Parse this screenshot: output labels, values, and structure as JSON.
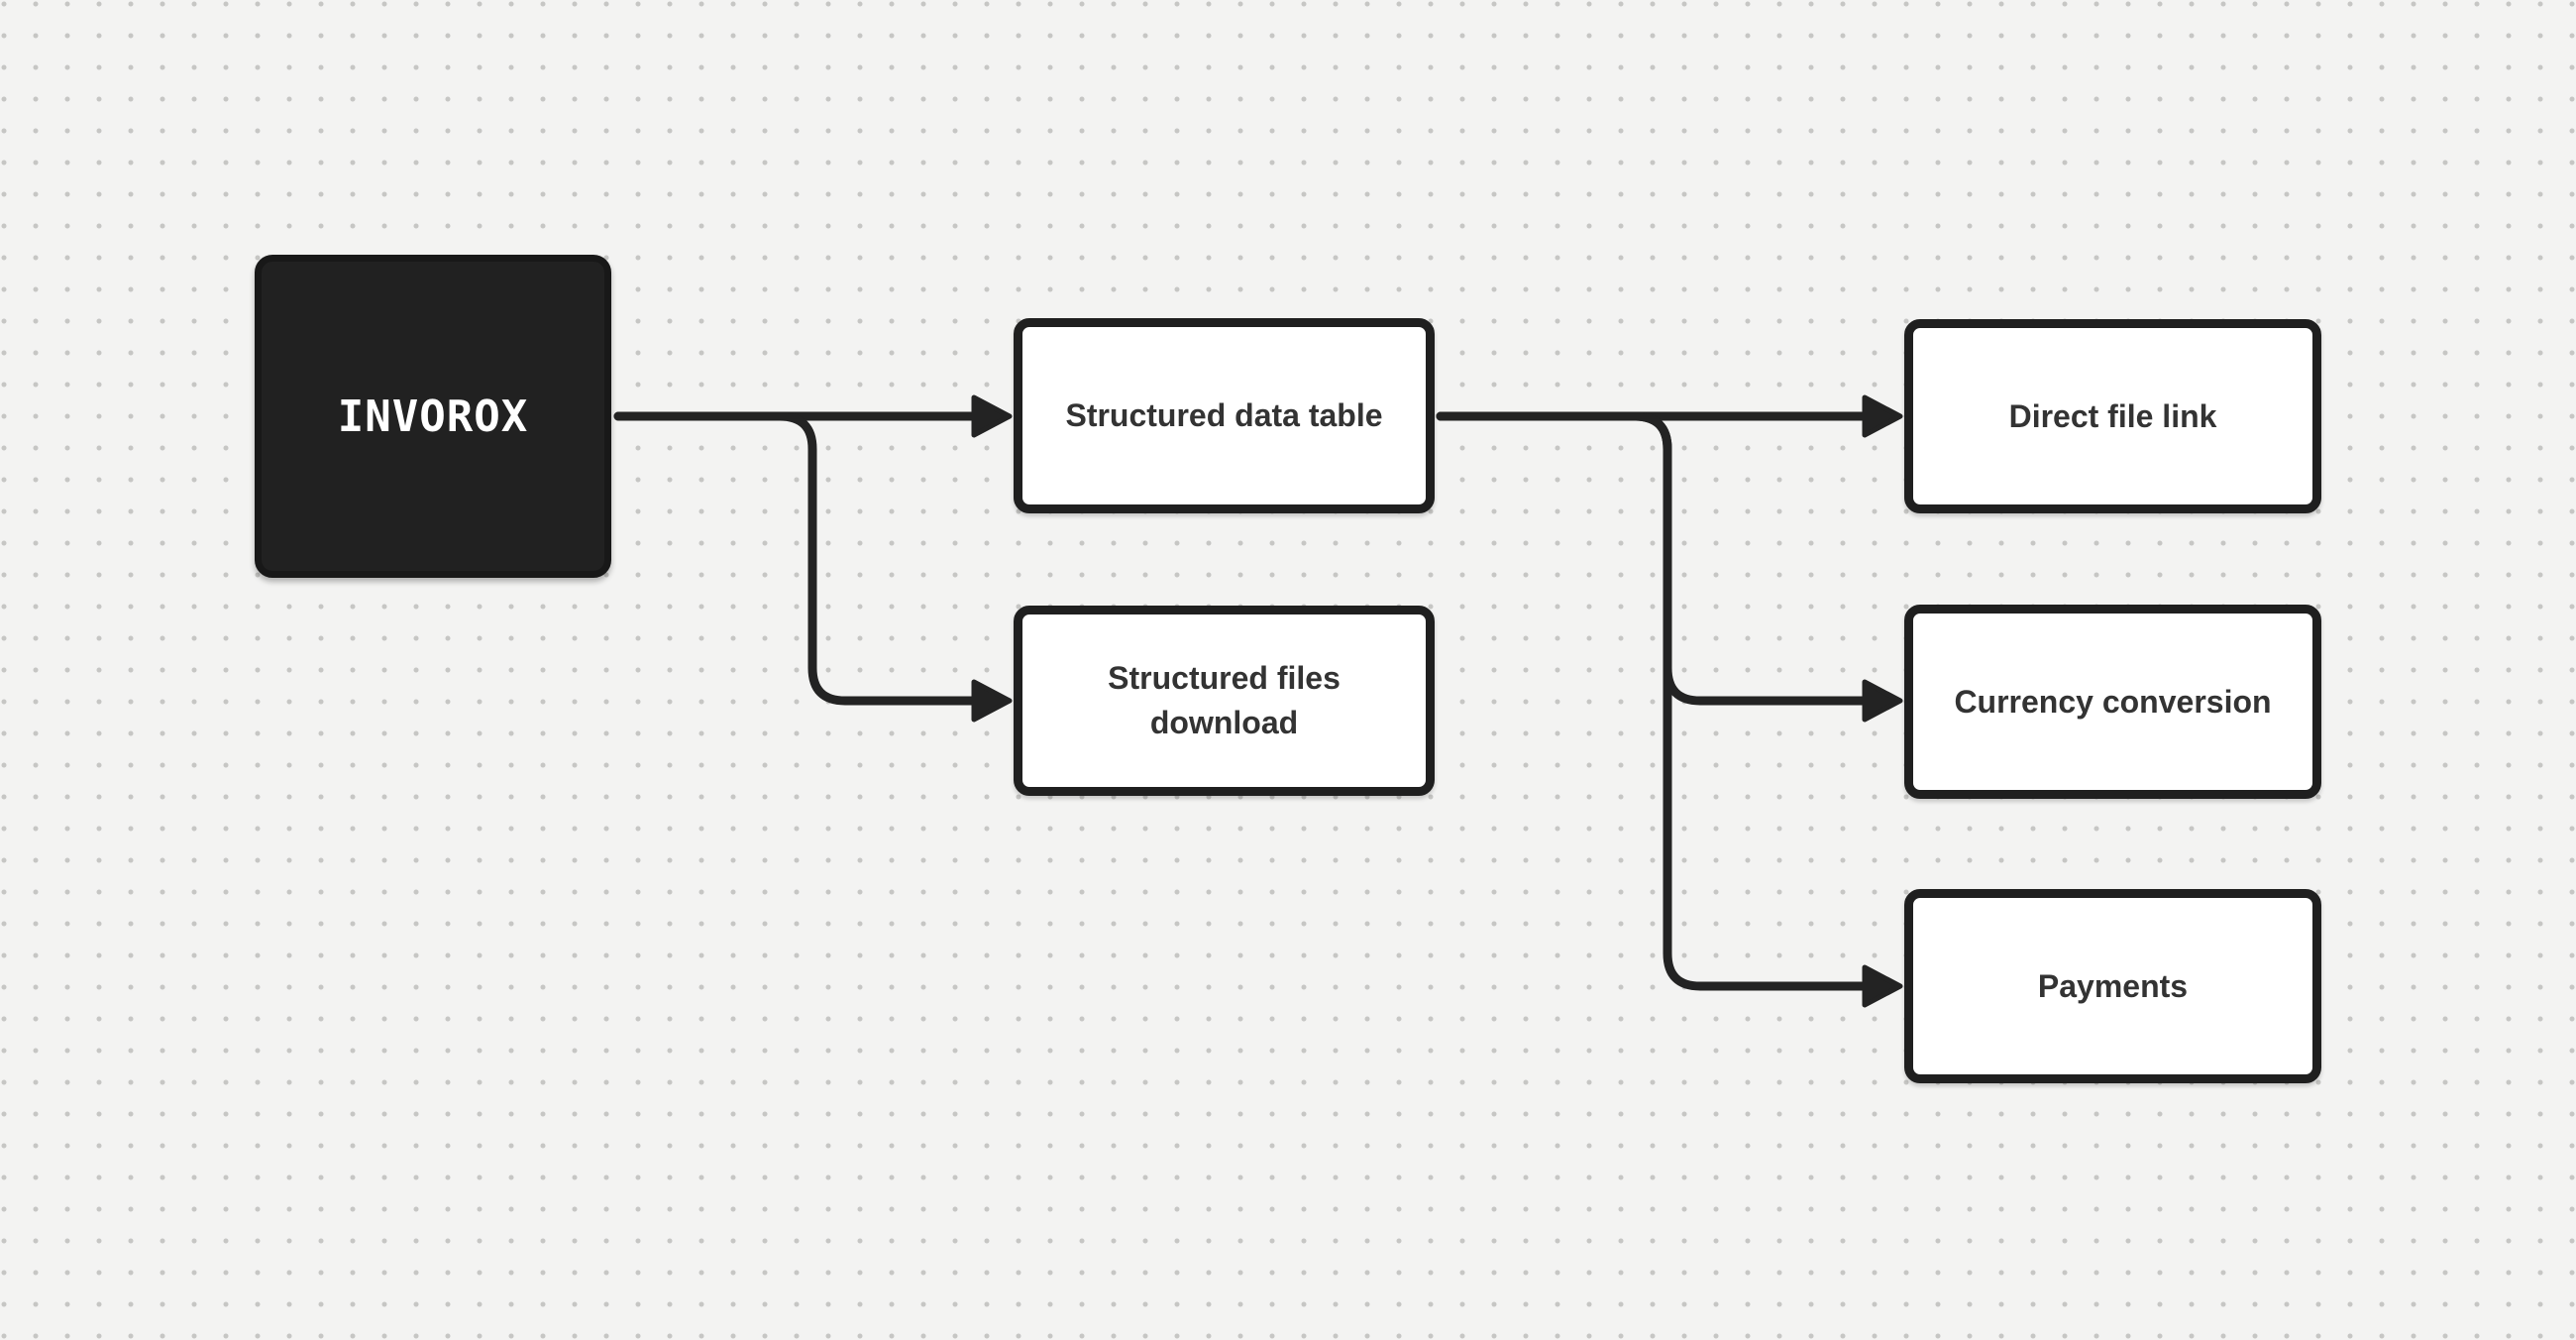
{
  "diagram": {
    "nodes": [
      {
        "id": "invorox",
        "label": "INVOROX",
        "style": "dark"
      },
      {
        "id": "structured-data-table",
        "label": "Structured data table",
        "style": "light"
      },
      {
        "id": "structured-files-download",
        "label": "Structured files download",
        "style": "light"
      },
      {
        "id": "direct-file-link",
        "label": "Direct file link",
        "style": "light"
      },
      {
        "id": "currency-conversion",
        "label": "Currency conversion",
        "style": "light"
      },
      {
        "id": "payments",
        "label": "Payments",
        "style": "light"
      }
    ],
    "edges": [
      {
        "from": "INVOROX",
        "to": "Structured data table"
      },
      {
        "from": "INVOROX",
        "to": "Structured files download"
      },
      {
        "from": "Structured data table",
        "to": "Direct file link"
      },
      {
        "from": "Structured data table",
        "to": "Currency conversion"
      },
      {
        "from": "Structured data table",
        "to": "Payments"
      }
    ],
    "colors": {
      "background": "#f3f3f2",
      "grid_dot": "#c6c6c4",
      "connector": "#232323",
      "dark_node_fill": "#212121",
      "light_node_fill": "#ffffff",
      "node_border": "#1f1f1f",
      "light_node_text": "#333333",
      "dark_node_text": "#ffffff"
    }
  }
}
